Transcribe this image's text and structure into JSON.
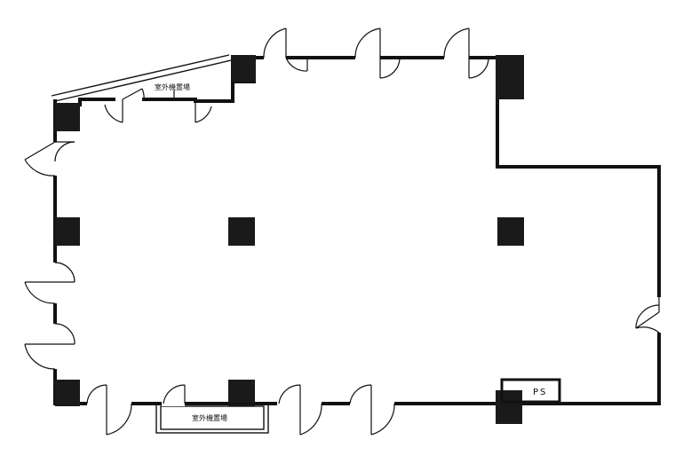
{
  "labels": {
    "outdoor_unit_top": "室外機置場",
    "outdoor_unit_bottom": "室外機置場",
    "pipe_space": "PS"
  },
  "colors": {
    "wall": "#111111",
    "column": "#1a1a1a",
    "background": "#ffffff"
  }
}
